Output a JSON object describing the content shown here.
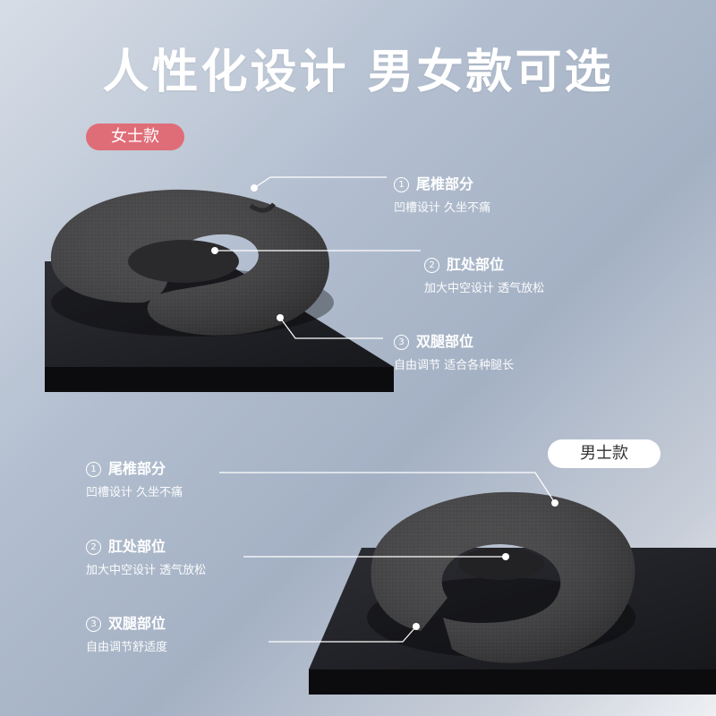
{
  "title": "人性化设计 男女款可选",
  "women": {
    "tag": "女士款",
    "callouts": [
      {
        "num": "1",
        "title": "尾椎部分",
        "desc": "凹槽设计 久坐不痛"
      },
      {
        "num": "2",
        "title": "肛处部位",
        "desc": "加大中空设计 透气放松"
      },
      {
        "num": "3",
        "title": "双腿部位",
        "desc": "自由调节 适合各种腿长"
      }
    ]
  },
  "men": {
    "tag": "男士款",
    "callouts": [
      {
        "num": "1",
        "title": "尾椎部分",
        "desc": "凹槽设计 久坐不痛"
      },
      {
        "num": "2",
        "title": "肛处部位",
        "desc": "加大中空设计 透气放松"
      },
      {
        "num": "3",
        "title": "双腿部位",
        "desc": "自由调节舒适度"
      }
    ]
  },
  "colors": {
    "women_tag": "#df6d77",
    "men_tag": "#ffffff",
    "cushion": "#3a3a3c",
    "platform": "#1f2024"
  }
}
